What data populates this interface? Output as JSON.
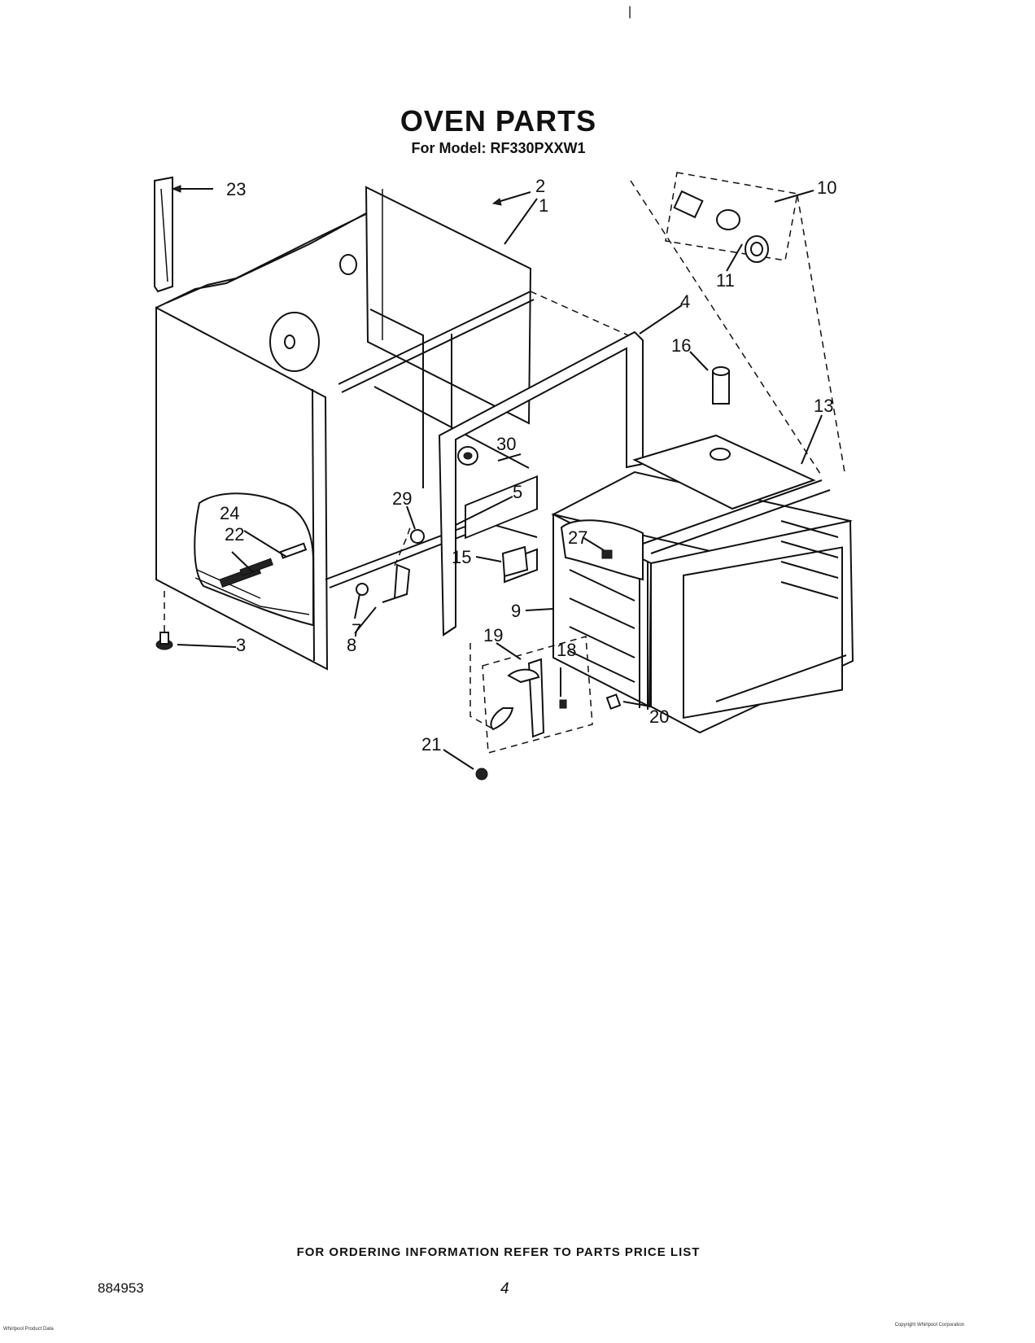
{
  "header": {
    "top_mark": "|",
    "title": "OVEN PARTS",
    "subtitle": "For Model: RF330PXXW1"
  },
  "callouts": [
    "1",
    "2",
    "3",
    "4",
    "5",
    "7",
    "8",
    "9",
    "10",
    "11",
    "13",
    "15",
    "16",
    "18",
    "19",
    "20",
    "21",
    "22",
    "23",
    "24",
    "27",
    "29",
    "30"
  ],
  "footer": {
    "ordering_note": "FOR ORDERING INFORMATION REFER TO PARTS PRICE LIST",
    "doc_number": "884953",
    "page_number": "4"
  },
  "fine_print": {
    "left": "Whirlpool  Product  Data",
    "right": "Copyright Whirlpool Corporation"
  }
}
